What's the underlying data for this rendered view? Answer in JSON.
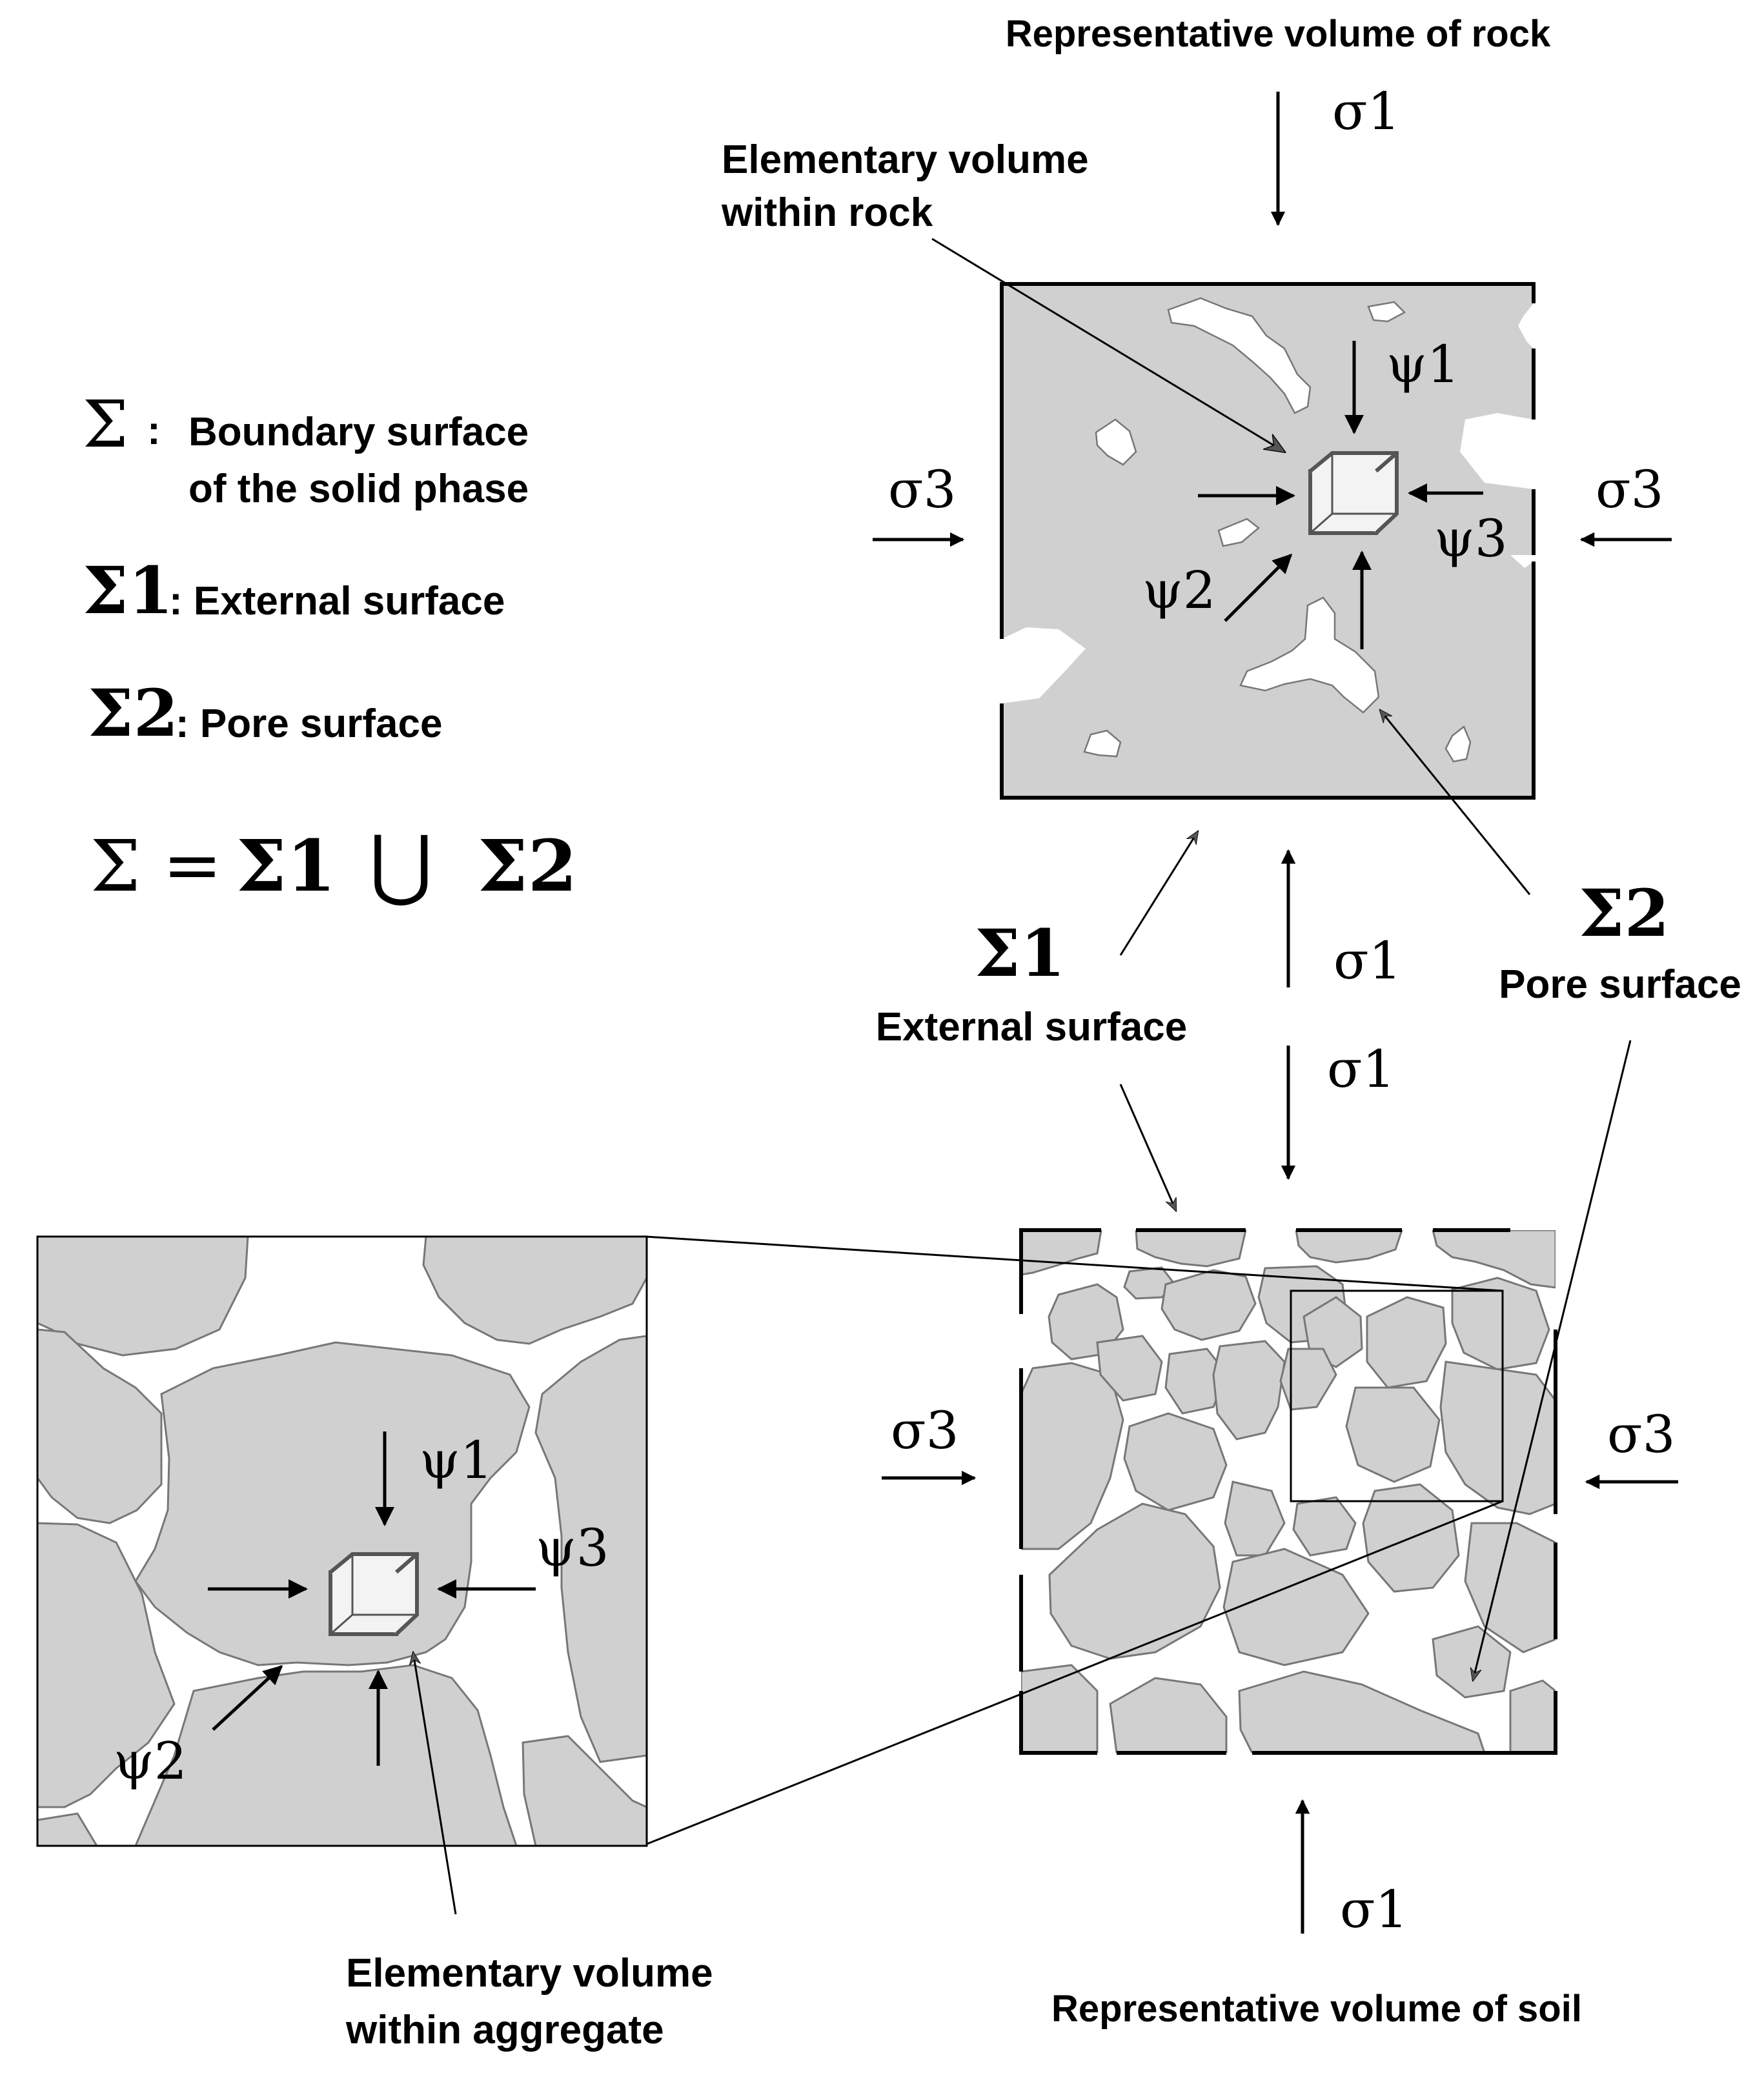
{
  "titles": {
    "rock": "Representative volume of rock",
    "soil": "Representative volume of soil"
  },
  "legend": {
    "sigma_symbol": "Σ",
    "sigma_colon": ":",
    "boundary_line1": "Boundary surface",
    "boundary_line2": "of the solid phase",
    "sigma1_symbol": "Σ1",
    "external_text": ": External surface",
    "sigma2_symbol": "Σ2",
    "pore_text": ":  Pore surface",
    "eq_lhs": "Σ",
    "eq_equals": "=",
    "eq_s1": "Σ1",
    "eq_union": "⋃",
    "eq_s2": "Σ2"
  },
  "labels": {
    "elementary_rock_line1": "Elementary volume",
    "elementary_rock_line2": "within rock",
    "elementary_agg_line1": "Elementary volume",
    "elementary_agg_line2": "within aggregate",
    "external_symbol": "Σ1",
    "external_text": "External surface",
    "pore_symbol": "Σ2",
    "pore_text": "Pore surface"
  },
  "stress": {
    "sigma1": "σ1",
    "sigma3": "σ3",
    "psi1": "ψ1",
    "psi2": "ψ2",
    "psi3": "ψ3"
  },
  "colors": {
    "solid": "#d0d0d0",
    "pore": "#ffffff",
    "outline": "#000000",
    "cube": "#555555"
  }
}
